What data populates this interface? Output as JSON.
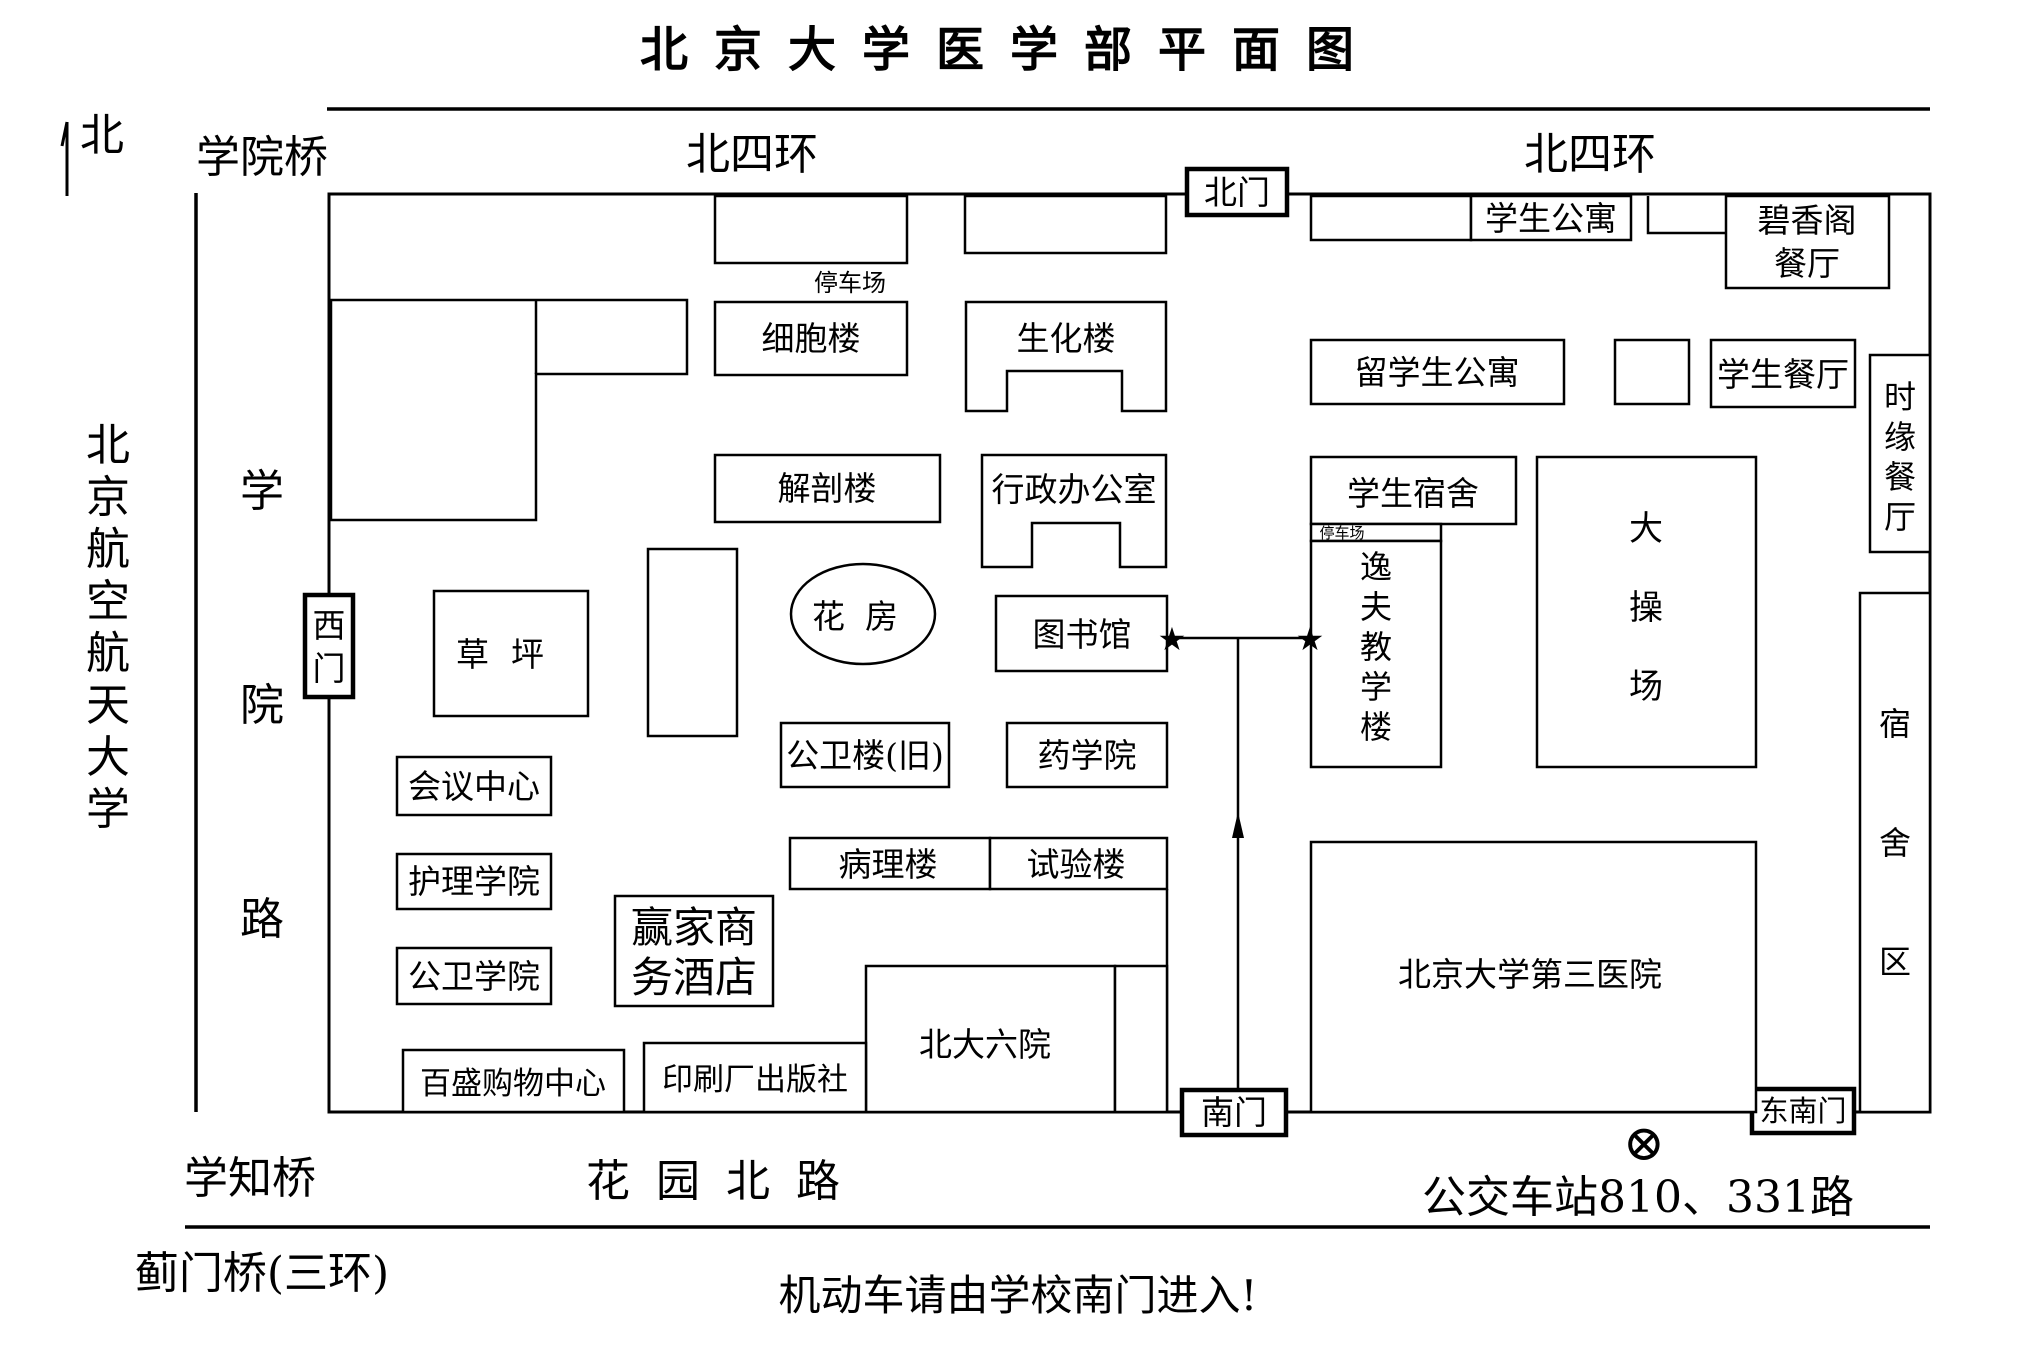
{
  "title": "北京大学医学部平面图",
  "compass": "北",
  "roads": {
    "north_left": "北四环",
    "north_right": "北四环",
    "west": "学院路",
    "south": "花园北路",
    "university_west": "北京航空航天大学"
  },
  "bridges": {
    "northwest": "学院桥",
    "southwest": "学知桥",
    "third_ring": "蓟门桥(三环)"
  },
  "gates": {
    "north": "北门",
    "west": "西门",
    "south": "南门",
    "southeast": "东南门"
  },
  "buildings": {
    "parking_north": "停车场",
    "cell_building": "细胞楼",
    "biochem_building": "生化楼",
    "anatomy_building": "解剖楼",
    "admin_office": "行政办公室",
    "lawn": "草坪",
    "flower_house": "花房",
    "library": "图书馆",
    "public_health_old": "公卫楼(旧)",
    "pharmacy_school": "药学院",
    "conference_center": "会议中心",
    "nursing_school": "护理学院",
    "public_health_school": "公卫学院",
    "hotel": "赢家商务酒店",
    "pathology_building": "病理楼",
    "experiment_building": "试验楼",
    "sixth_hospital": "北大六院",
    "shopping_center": "百盛购物中心",
    "printing_press": "印刷厂出版社",
    "student_apartment": "学生公寓",
    "bixiang_restaurant": "碧香阁餐厅",
    "intl_student_apartment": "留学生公寓",
    "student_canteen": "学生餐厅",
    "shiyuan_restaurant": "时缘餐厅",
    "student_dorm": "学生宿舍",
    "parking_dorm": "停车场",
    "yifu_building": "逸夫教学楼",
    "sports_field": "大操场",
    "dorm_area": "宿舍区",
    "third_hospital": "北京大学第三医院"
  },
  "bus_symbol": "⊗",
  "bus_stop": "公交车站810、331路",
  "star_symbol": "★",
  "notice": "机动车请由学校南门进入!"
}
